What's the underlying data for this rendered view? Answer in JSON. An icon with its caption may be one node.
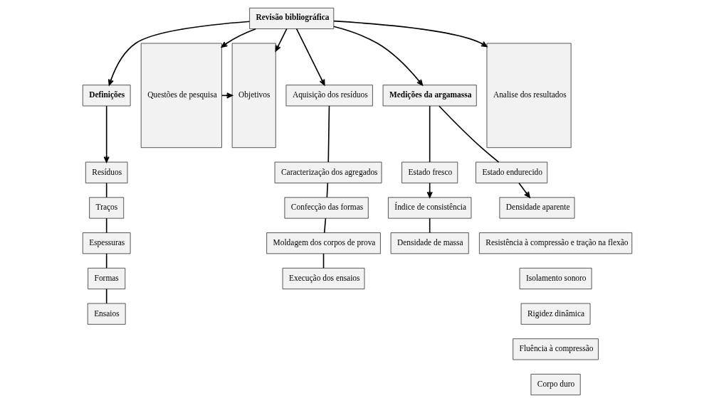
{
  "diagram": {
    "nodes": [
      {
        "text": [
          "Revisão bibliográfica"
        ]
      },
      {
        "text": [
          "Definições"
        ]
      },
      {
        "text": [
          "Resíduos"
        ]
      },
      {
        "text": [
          "Traços"
        ]
      },
      {
        "text": [
          "Espessuras"
        ]
      },
      {
        "text": [
          "Formas"
        ]
      },
      {
        "text": [
          "Ensaios"
        ]
      },
      {
        "text": [
          "Questões de pesquisa"
        ]
      },
      {
        "text": [
          "Objetivos"
        ]
      },
      {
        "text": [
          "Aquisição dos resíduos"
        ]
      },
      {
        "text": [
          "Caracterização dos agregados"
        ]
      },
      {
        "text": [
          "Confecção das formas"
        ]
      },
      {
        "text": [
          "Moldagem dos corpos de prova"
        ]
      },
      {
        "text": [
          "Execução dos ensaios"
        ]
      },
      {
        "text": [
          "Medições da argamassa"
        ]
      },
      {
        "text": [
          "Estado fresco"
        ]
      },
      {
        "text": [
          "Índice de consistência"
        ]
      },
      {
        "text": [
          "Densidade de massa"
        ]
      },
      {
        "text": [
          "Estado endurecido"
        ]
      },
      {
        "text": [
          "Densidade aparente"
        ]
      },
      {
        "text": [
          "Resistência à compressão e tração na flexão"
        ]
      },
      {
        "text": [
          "Isolamento sonoro"
        ]
      },
      {
        "text": [
          "Rigidez dinâmica"
        ]
      },
      {
        "text": [
          "Fluência à compressão"
        ]
      },
      {
        "text": [
          "Corpo duro"
        ]
      },
      {
        "text": [
          "Analise dos resultados"
        ]
      }
    ],
    "edges": [
      {
        "from": 0,
        "to": 1,
        "arrow": "to"
      },
      {
        "from": 0,
        "to": 7,
        "arrow": "to"
      },
      {
        "from": 0,
        "to": 8,
        "arrow": "to"
      },
      {
        "from": 0,
        "to": 9,
        "arrow": "to"
      },
      {
        "from": 0,
        "to": 14,
        "arrow": "to"
      },
      {
        "from": 0,
        "to": 25,
        "arrow": "to"
      },
      {
        "from": 1,
        "to": 2,
        "arrow": "to"
      },
      {
        "from": 2,
        "to": 3,
        "arrow": "none"
      },
      {
        "from": 3,
        "to": 4,
        "arrow": "none"
      },
      {
        "from": 4,
        "to": 5,
        "arrow": "none"
      },
      {
        "from": 5,
        "to": 6,
        "arrow": "none"
      },
      {
        "from": 7,
        "to": 8,
        "arrow": "to"
      },
      {
        "from": 9,
        "to": 10,
        "arrow": "none"
      },
      {
        "from": 10,
        "to": 11,
        "arrow": "none"
      },
      {
        "from": 11,
        "to": 12,
        "arrow": "none"
      },
      {
        "from": 12,
        "to": 13,
        "arrow": "none"
      },
      {
        "from": 14,
        "to": 15,
        "arrow": "none"
      },
      {
        "from": 14,
        "to": 18,
        "arrow": "none"
      },
      {
        "from": 15,
        "to": 16,
        "arrow": "to"
      },
      {
        "from": 16,
        "to": 17,
        "arrow": "none"
      },
      {
        "from": 18,
        "to": 19,
        "arrow": "to"
      }
    ]
  }
}
